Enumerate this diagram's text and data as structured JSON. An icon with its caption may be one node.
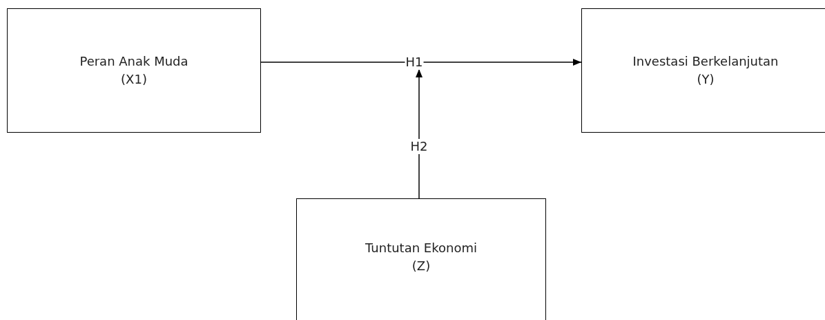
{
  "diagram": {
    "nodes": [
      {
        "text": [
          "Peran Anak Muda",
          "(X1)"
        ]
      },
      {
        "text": [
          "Investasi Berkelanjutan",
          "(Y)"
        ]
      },
      {
        "text": [
          "Tuntutan Ekonomi",
          "(Z)"
        ]
      }
    ],
    "edges": [
      {
        "from": 0,
        "to": 1,
        "arrow": "to",
        "label": "H1"
      },
      {
        "from": 2,
        "to": null,
        "arrow": "to",
        "label": "H2"
      }
    ]
  }
}
